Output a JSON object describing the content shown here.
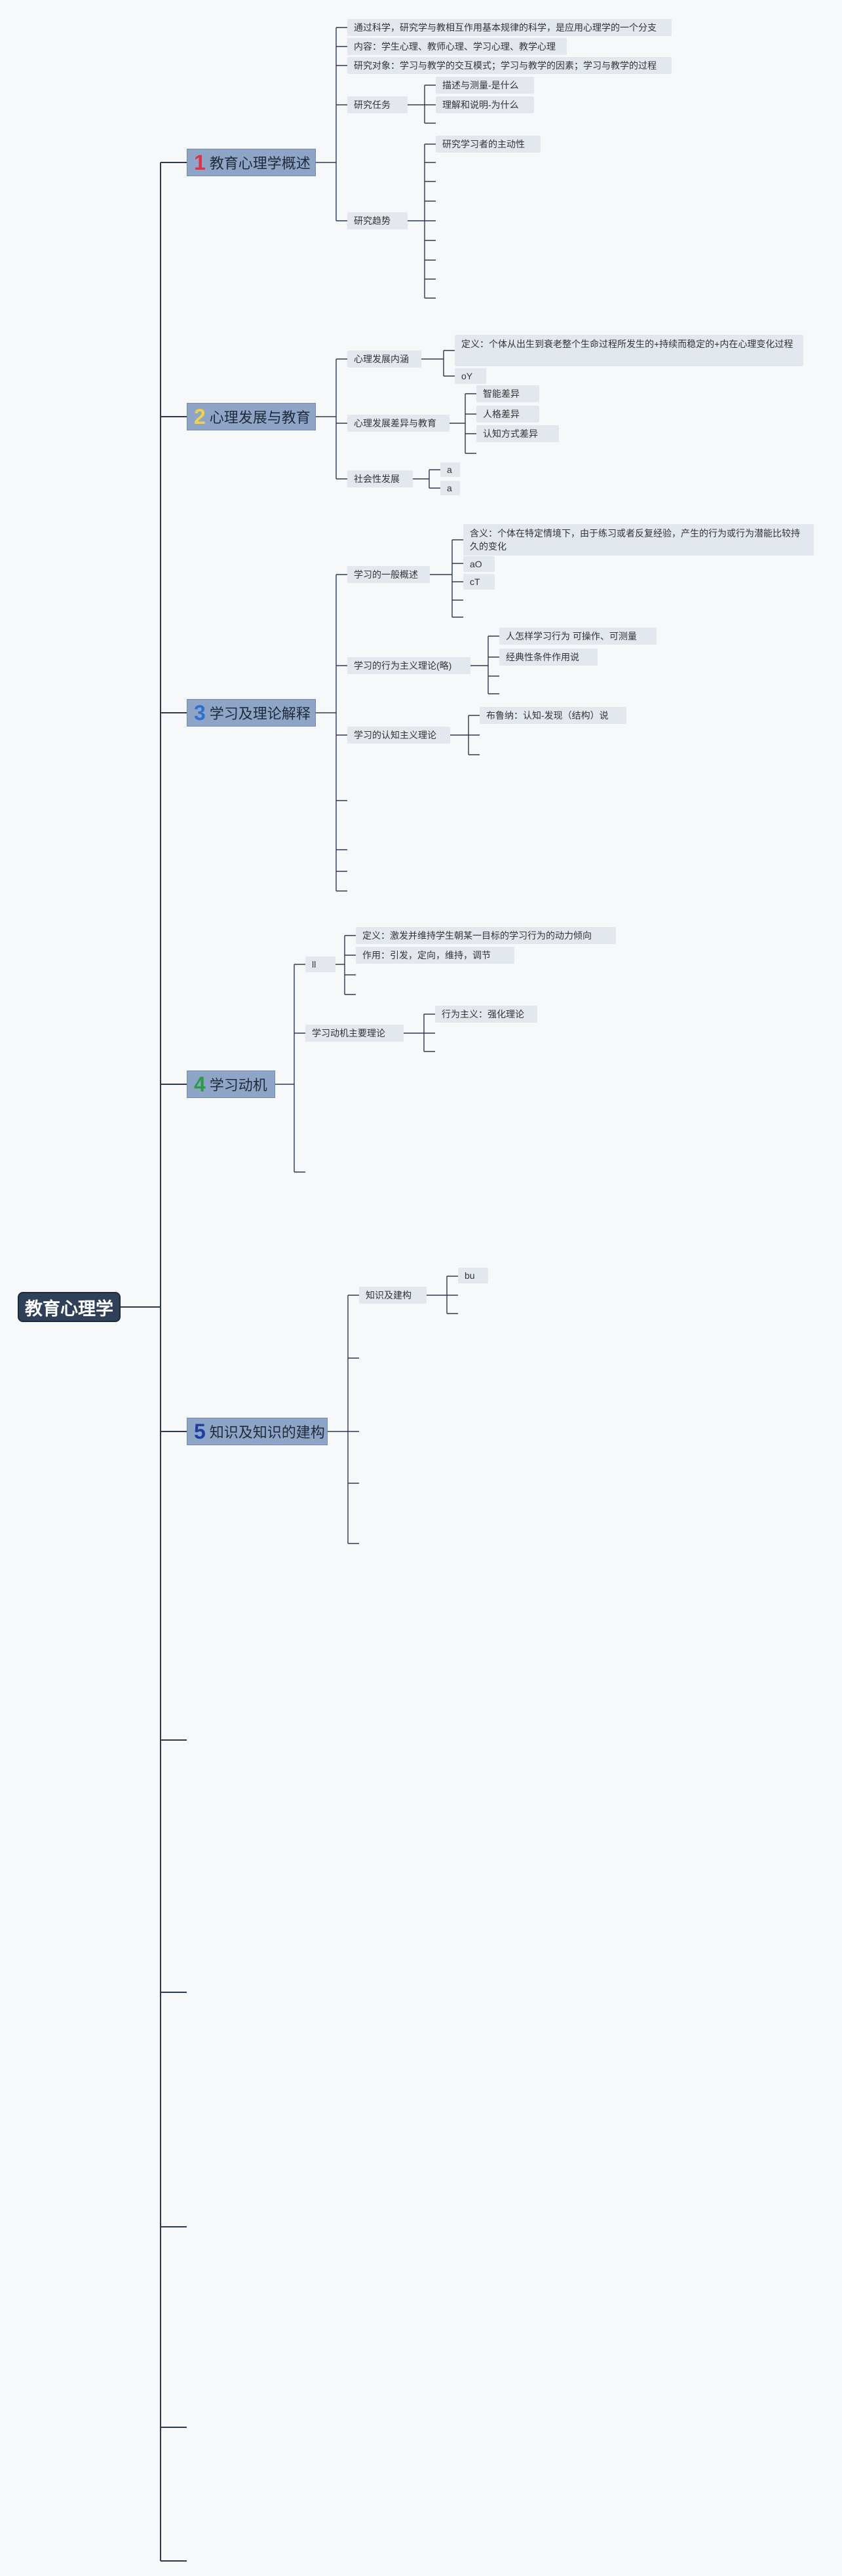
{
  "root": {
    "label": "教育心理学"
  },
  "chapters": [
    {
      "num": "1",
      "num_color": "#d8344a",
      "label": "教育心理学概述"
    },
    {
      "num": "2",
      "num_color": "#f2d14a",
      "label": "心理发展与教育"
    },
    {
      "num": "3",
      "num_color": "#2f6fd0",
      "label": "学习及理论解释"
    },
    {
      "num": "4",
      "num_color": "#2e9b46",
      "label": "学习动机"
    },
    {
      "num": "5",
      "num_color": "#1f3f9e",
      "label": "知识及知识的建构"
    }
  ],
  "ch1": {
    "def": "通过科学，研究学与教相互作用基本规律的科学，是应用心理学的一个分支",
    "content": "内容：学生心理、教师心理、学习心理、教学心理",
    "object": "研究对象：学习与教学的交互模式；学习与教学的因素；学习与教学的过程",
    "task": "研究任务",
    "task_items": [
      "描述与测量-是什么",
      "理解和说明-为什么"
    ],
    "trend": "研究趋势",
    "trend_items": [
      "研究学习者的主动性"
    ]
  },
  "ch2": {
    "connotation": "心理发展内涵",
    "def": "定义：个体从出生到衰老整个生命过程所发生的+持续而稳定的+内在心理变化过程",
    "oY": "oY",
    "diff": "心理发展差异与教育",
    "diff_items": [
      "智能差异",
      "人格差异",
      "认知方式差异"
    ],
    "social": "社会性发展",
    "social_items": [
      "a",
      "a"
    ]
  },
  "ch3": {
    "general": "学习的一般概述",
    "general_def": "含义：个体在特定情境下，由于练习或者反复经验，产生的行为或行为潜能比较持久的变化",
    "general_items": [
      "aO",
      "cT"
    ],
    "behavior": "学习的行为主义理论(略)",
    "behavior_items": [
      "人怎样学习行为 可操作、可测量",
      "经典性条件作用说"
    ],
    "cognitive": "学习的认知主义理论",
    "cognitive_items": [
      "布鲁纳：认知-发现（结构）说"
    ]
  },
  "ch4": {
    "ll": "ll",
    "def": "定义：激发并维持学生朝某一目标的学习行为的动力倾向",
    "func": "作用：引发，定向，维持，调节",
    "theory": "学习动机主要理论",
    "theory_items": [
      "行为主义：强化理论"
    ]
  },
  "ch5": {
    "knowledge": "知识及建构",
    "items": [
      "bu"
    ]
  }
}
